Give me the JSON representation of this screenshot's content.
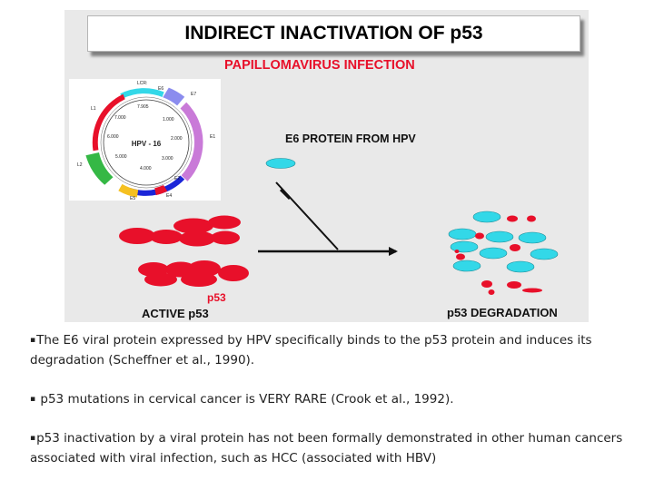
{
  "figure": {
    "title": "INDIRECT INACTIVATION OF p53",
    "subtitle": "PAPILLOMAVIRUS INFECTION",
    "e6_label": "E6 PROTEIN FROM HPV",
    "active_label": "ACTIVE p53",
    "active_p53_tag": "p53",
    "degradation_label": "p53 DEGRADATION",
    "genome_map": {
      "center_label": "HPV - 16",
      "lcr_label": "LCR:",
      "gene_labels": [
        "E6",
        "E7",
        "E1",
        "E2",
        "E4",
        "E5",
        "L2",
        "L1"
      ],
      "position_labels": [
        "7.905",
        "1.000",
        "2.000",
        "3.000",
        "4.000",
        "5.000",
        "6.000",
        "7.000"
      ],
      "colors": {
        "E6": "#33d8e8",
        "E7": "#8b8cee",
        "E1": "#c97ad8",
        "E2": "#1b25d8",
        "E4": "#e8102a",
        "E5": "#f5c020",
        "L2": "#35b845",
        "L1": "#e8102a"
      }
    },
    "colors": {
      "p53_red": "#e8102a",
      "e6_cyan": "#33d8e8",
      "background": "#e9e9e9"
    }
  },
  "bullets": [
    "The E6 viral protein expressed by HPV specifically binds to the p53 protein and induces its degradation (Scheffner et al., 1990).",
    " p53 mutations in cervical cancer is VERY RARE (Crook et al., 1992).",
    "p53 inactivation by a viral protein has not been formally demonstrated in other human cancers associated with viral infection, such as HCC (associated with HBV)"
  ]
}
